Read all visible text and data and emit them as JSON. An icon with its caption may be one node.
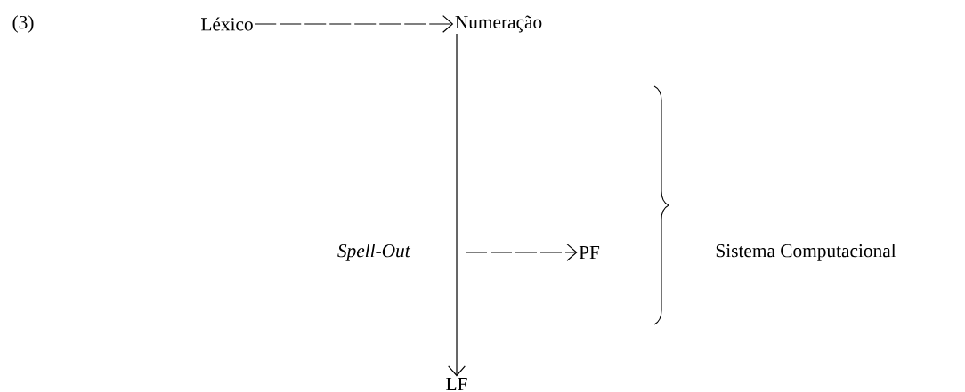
{
  "diagram": {
    "nodes": [
      {
        "text": [
          "Léxico"
        ]
      },
      {
        "text": [
          "Numeração"
        ]
      },
      {
        "text": [
          "PF"
        ]
      },
      {
        "text": [
          "LF"
        ]
      }
    ],
    "edges": [
      {
        "from": 0,
        "to": 1,
        "arrow": "to",
        "style": "dashed"
      },
      {
        "from": null,
        "to": 2,
        "arrow": "to",
        "style": "dashed"
      },
      {
        "from": 1,
        "to": 3,
        "arrow": "to"
      }
    ],
    "labels": [
      "(3)",
      "*Spell-Out*",
      "Sistema Computacional"
    ]
  }
}
